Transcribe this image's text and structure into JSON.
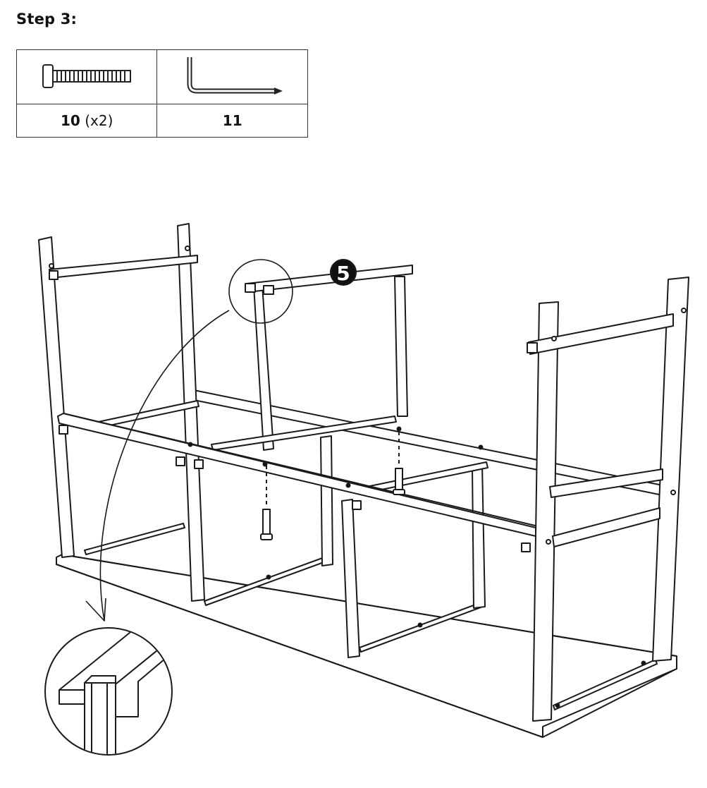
{
  "step": {
    "title": "Step 3:"
  },
  "parts": [
    {
      "icon": "screw-icon",
      "number": "10",
      "multiplier": "(x2)"
    },
    {
      "icon": "allen-key-icon",
      "number": "11",
      "multiplier": ""
    }
  ],
  "diagram": {
    "callout_number": "5",
    "icons": [
      "shelf-frame-illustration",
      "detail-magnifier-icon",
      "callout-arrow-icon"
    ]
  }
}
